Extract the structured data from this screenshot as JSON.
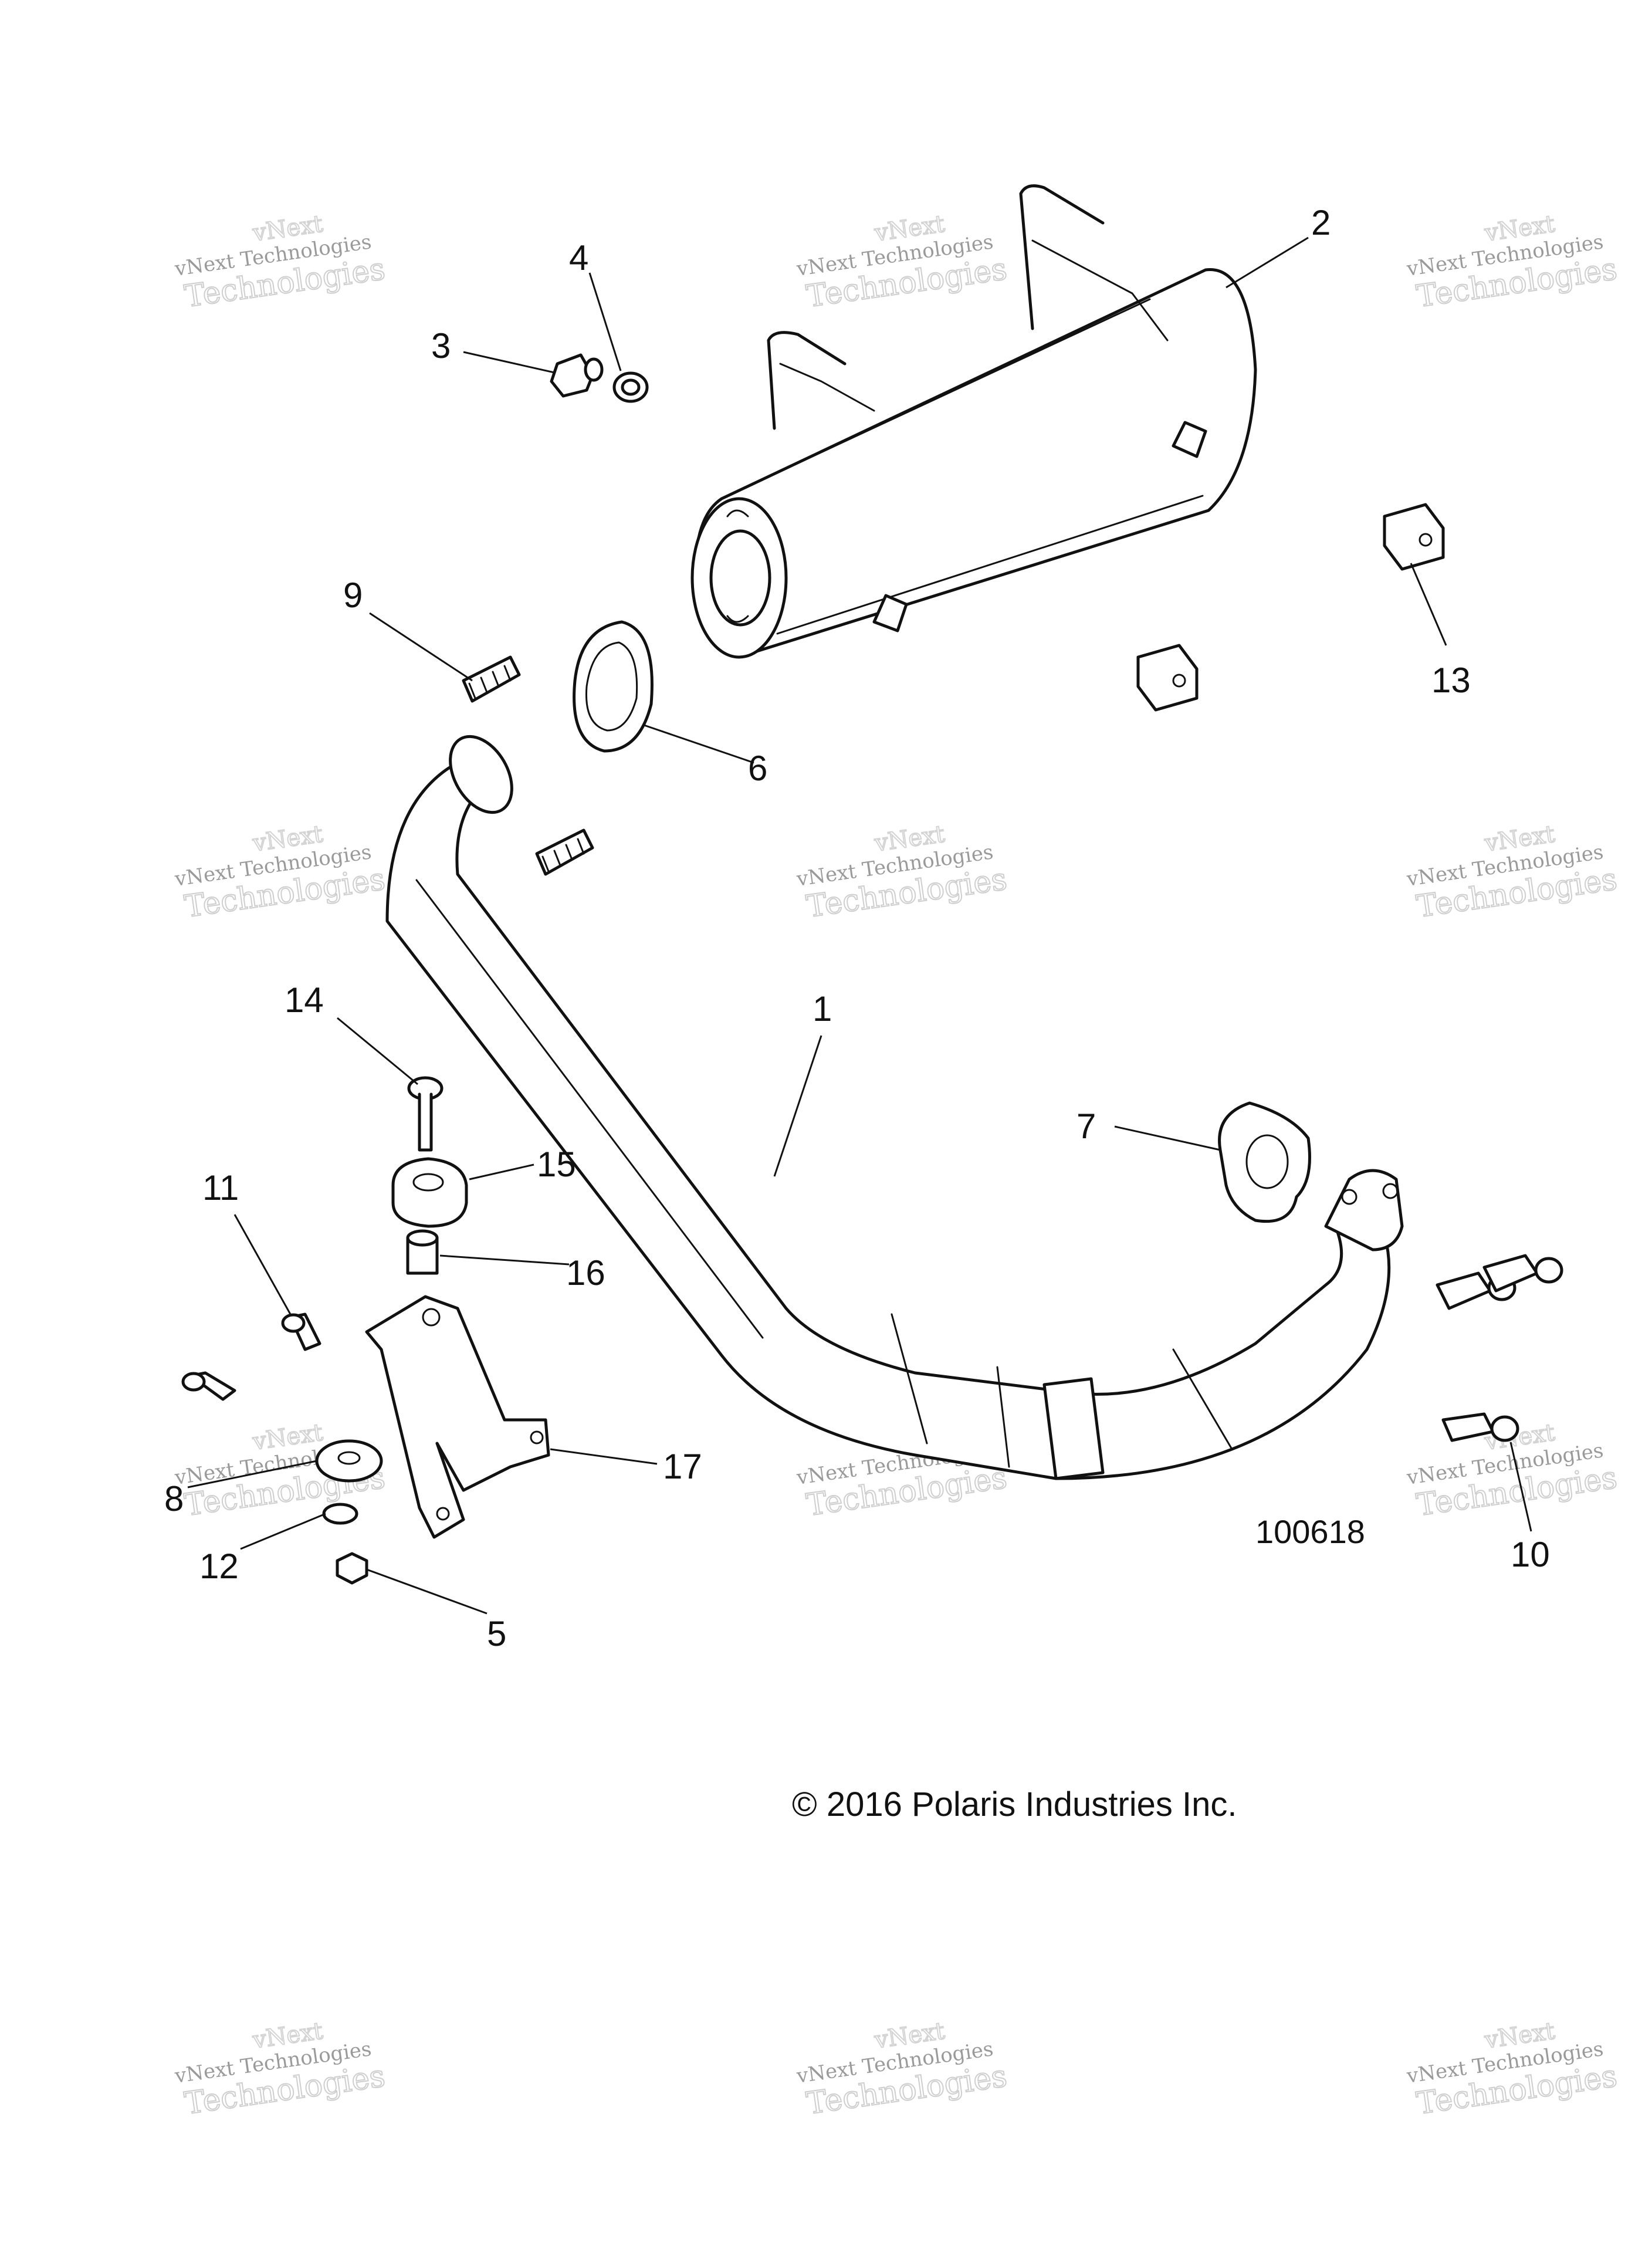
{
  "diagram": {
    "title_code": "100618",
    "copyright": "© 2016 Polaris Industries Inc.",
    "callouts": [
      "1",
      "2",
      "3",
      "4",
      "5",
      "6",
      "7",
      "8",
      "9",
      "10",
      "11",
      "12",
      "13",
      "14",
      "15",
      "16",
      "17"
    ]
  },
  "watermark": {
    "line1": "vNext Technologies",
    "line2": "Technologies",
    "line3": "vNext"
  },
  "colors": {
    "ink": "#111111",
    "watermark": "#9a9a9a",
    "background": "#ffffff"
  }
}
